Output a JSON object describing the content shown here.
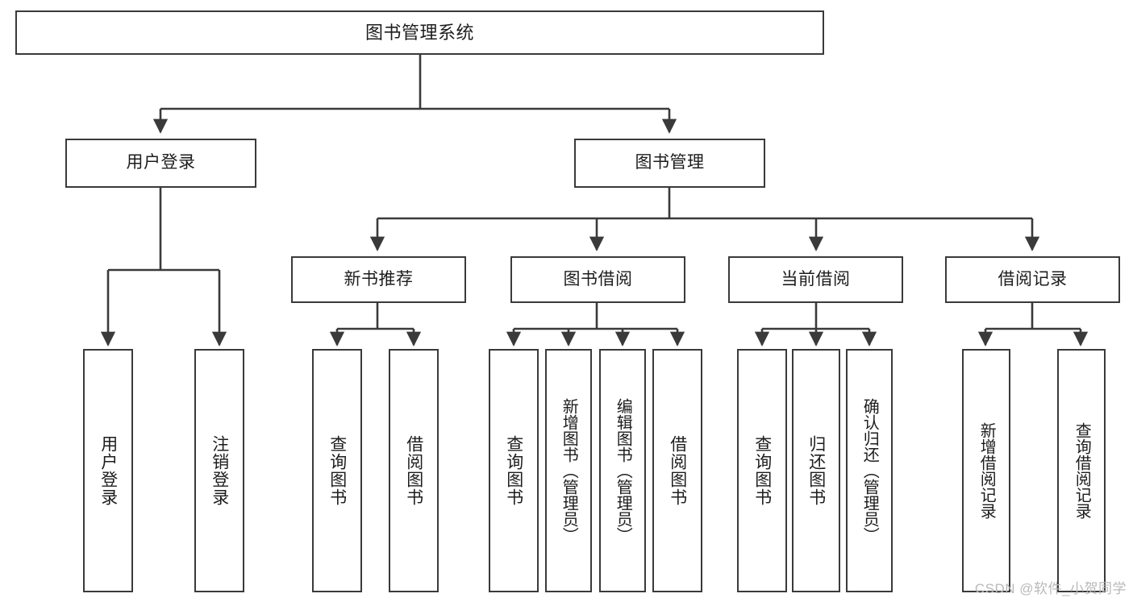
{
  "diagram": {
    "title": "图书管理系统",
    "type": "tree-structure-chart",
    "watermark": "CSDN @软件_小贺同学",
    "colors": {
      "background": "#ffffff",
      "border": "#3a3a3a",
      "text": "#1d1d1d",
      "edge": "#3a3a3a",
      "watermark": "#b9b9b9"
    },
    "root": {
      "label": "图书管理系统"
    },
    "level1": [
      {
        "key": "user_login",
        "label": "用户登录"
      },
      {
        "key": "book_manage",
        "label": "图书管理"
      }
    ],
    "level2": [
      {
        "key": "new_book_recommend",
        "label": "新书推荐",
        "parent": "book_manage"
      },
      {
        "key": "book_borrow",
        "label": "图书借阅",
        "parent": "book_manage"
      },
      {
        "key": "current_borrow",
        "label": "当前借阅",
        "parent": "book_manage"
      },
      {
        "key": "borrow_record",
        "label": "借阅记录",
        "parent": "book_manage"
      }
    ],
    "leaves": [
      {
        "key": "leaf_user_login",
        "label": "用户登录",
        "parent": "user_login"
      },
      {
        "key": "leaf_user_logout",
        "label": "注销登录",
        "parent": "user_login"
      },
      {
        "key": "leaf_query_book_1",
        "label": "查询图书",
        "parent": "new_book_recommend"
      },
      {
        "key": "leaf_borrow_book_1",
        "label": "借阅图书",
        "parent": "new_book_recommend"
      },
      {
        "key": "leaf_query_book_2",
        "label": "查询图书",
        "parent": "book_borrow"
      },
      {
        "key": "leaf_add_book",
        "label": "新增图书（管理员）",
        "parent": "book_borrow"
      },
      {
        "key": "leaf_edit_book",
        "label": "编辑图书（管理员）",
        "parent": "book_borrow"
      },
      {
        "key": "leaf_borrow_book_2",
        "label": "借阅图书",
        "parent": "book_borrow"
      },
      {
        "key": "leaf_query_book_3",
        "label": "查询图书",
        "parent": "current_borrow"
      },
      {
        "key": "leaf_return_book",
        "label": "归还图书",
        "parent": "current_borrow"
      },
      {
        "key": "leaf_confirm_return",
        "label": "确认归还（管理员）",
        "parent": "current_borrow"
      },
      {
        "key": "leaf_add_record",
        "label": "新增借阅记录",
        "parent": "borrow_record"
      },
      {
        "key": "leaf_query_record",
        "label": "查询借阅记录",
        "parent": "borrow_record"
      }
    ]
  }
}
